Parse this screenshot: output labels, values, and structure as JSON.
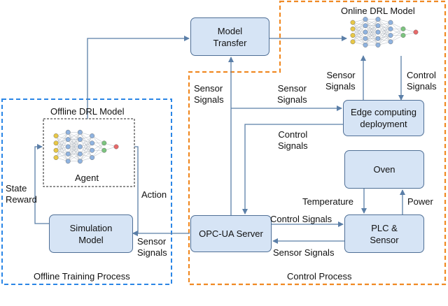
{
  "boxes": {
    "model_transfer": "Model\nTransfer",
    "edge": "Edge computing\ndeployment",
    "oven": "Oven",
    "plc": "PLC &\nSensor",
    "opcua": "OPC-UA Server",
    "simulation": "Simulation\nModel"
  },
  "regions": {
    "online_model": "Online DRL Model",
    "offline_model": "Offline DRL Model",
    "agent": "Agent",
    "offline_process": "Offline Training Process",
    "control_process": "Control Process"
  },
  "edge_labels": {
    "sensor_signals_left": "Sensor\nSignals",
    "sensor_signals_mid": "Sensor\nSignals",
    "sensor_signals_online": "Sensor\nSignals",
    "control_signals_online": "Control\nSignals",
    "control_signals_mid": "Control\nSignals",
    "state_reward": "State\nReward",
    "action": "Action",
    "temperature": "Temperature",
    "power": "Power",
    "control_signals_plc": "Control Signals",
    "sensor_signals_plc": "Sensor Signals",
    "sensor_signals_sim": "Sensor\nSignals"
  },
  "colors": {
    "offline_border": "#2b86e6",
    "control_border": "#f08a24",
    "box_fill": "#d6e4f5",
    "box_border": "#4f6f96",
    "arrow": "#5b7fa8"
  }
}
